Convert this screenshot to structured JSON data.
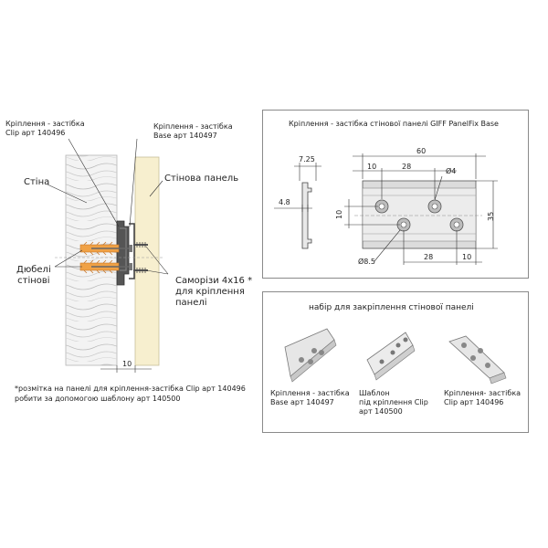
{
  "left_diagram": {
    "clip_label": "Кріплення - застібка\nClip арт 140496",
    "base_label": "Кріплення - застібка\nBase арт 140497",
    "wall_label": "Стіна",
    "wall_panel_label": "Стінова панель",
    "dowels_label": "Дюбелі\nстінові",
    "screws_label": "Саморізи 4x16 *\nдля кріплення\nпанелі",
    "gap_dim": "10",
    "footnote": "*розмітка на панелі для кріплення-застібка Clip арт 140496\nробити за допомогою шаблону арт 140500"
  },
  "base_panel": {
    "title": "Кріплення - застібка стінової панелі GIFF PanelFix Base",
    "dims": {
      "total_width": "60",
      "profile_width": "7.25",
      "left_offset": "10",
      "hole_spacing_top": "28",
      "hole_dia_top": "Ø4",
      "profile_depth": "4.8",
      "center_height": "10",
      "height": "35",
      "hole_dia_bottom": "Ø8.5",
      "hole_spacing_bottom": "28",
      "right_offset": "10"
    }
  },
  "kit_panel": {
    "title": "набір для закріплення стінової панелі",
    "items": [
      {
        "label": "Кріплення - застібка\nBase арт 140497"
      },
      {
        "label": "Шаблон\nпід кріплення Clip\nарт 140500"
      },
      {
        "label": "Кріплення- застібка\nClip арт 140496"
      }
    ]
  }
}
